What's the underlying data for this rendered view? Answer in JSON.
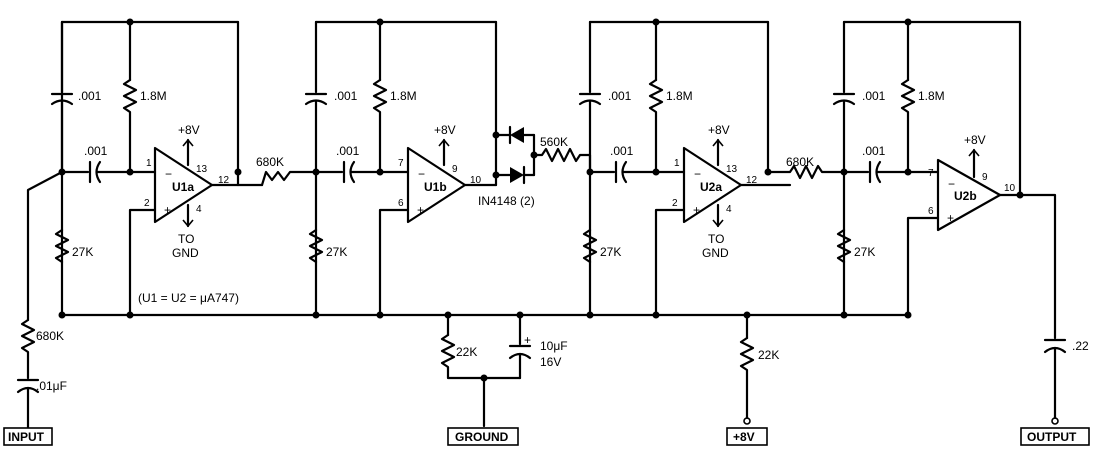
{
  "terminals": {
    "input": "INPUT",
    "ground": "GROUND",
    "plus8v": "+8V",
    "output": "OUTPUT"
  },
  "note": "(U1 = U2 = μA747)",
  "amps": {
    "u1a": {
      "name": "U1a",
      "inv_pin": "1",
      "noninv_pin": "2",
      "out_pin": "12",
      "vcc_pin": "13",
      "gnd_pin": "4",
      "supply": "+8V",
      "gnd_label_1": "TO",
      "gnd_label_2": "GND"
    },
    "u1b": {
      "name": "U1b",
      "inv_pin": "7",
      "noninv_pin": "6",
      "out_pin": "10",
      "vcc_pin": "9",
      "supply": "+8V"
    },
    "u2a": {
      "name": "U2a",
      "inv_pin": "1",
      "noninv_pin": "2",
      "out_pin": "12",
      "vcc_pin": "13",
      "gnd_pin": "4",
      "supply": "+8V",
      "gnd_label_1": "TO",
      "gnd_label_2": "GND"
    },
    "u2b": {
      "name": "U2b",
      "inv_pin": "7",
      "noninv_pin": "6",
      "out_pin": "10",
      "vcc_pin": "9",
      "supply": "+8V"
    }
  },
  "components": {
    "c_fb1": ".001",
    "r_fb1": "1.8M",
    "c_in1": ".001",
    "r_b1": "27K",
    "r_680k_in": "680K",
    "c_01_in": ".01μF",
    "r_s1": "680K",
    "c_fb2": ".001",
    "r_fb2": "1.8M",
    "c_in2": ".001",
    "r_b2": "27K",
    "diodes": "IN4148 (2)",
    "r_560k": "560K",
    "c_fb3": ".001",
    "r_fb3": "1.8M",
    "c_in3": ".001",
    "r_b3": "27K",
    "r_s2": "680K",
    "c_fb4": ".001",
    "r_fb4": "1.8M",
    "c_in4": ".001",
    "r_b4": "27K",
    "r_22k_gnd": "22K",
    "c_10uf_1": "10μF",
    "c_10uf_2": "16V",
    "r_22k_v": "22K",
    "c_out": ".22"
  }
}
